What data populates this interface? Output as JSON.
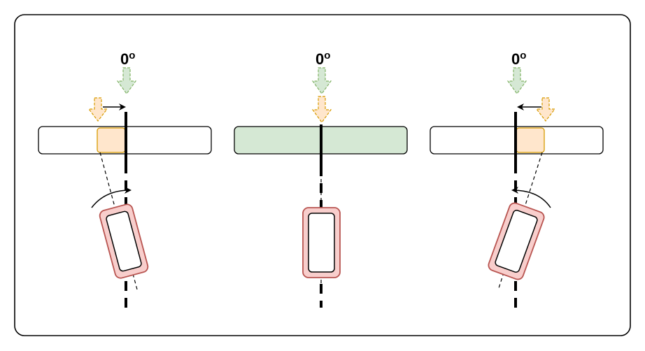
{
  "panels": [
    {
      "angle_label": "0",
      "degree_symbol": "o",
      "bar_state": "partial"
    },
    {
      "angle_label": "0",
      "degree_symbol": "o",
      "bar_state": "full"
    },
    {
      "angle_label": "0",
      "degree_symbol": "o",
      "bar_state": "partial"
    }
  ],
  "colors": {
    "frame_border": "#000000",
    "green_fill": "#d5e8d4",
    "green_stroke": "#82b366",
    "orange_fill": "#ffe6cc",
    "orange_stroke": "#d79b00",
    "red_fill": "#f8cecc",
    "red_stroke": "#b85450"
  },
  "icons": {
    "down_arrow": "block-arrow-down",
    "curved_arrow": "rotation-arrow",
    "shift_arrow": "horizontal-arrow"
  }
}
